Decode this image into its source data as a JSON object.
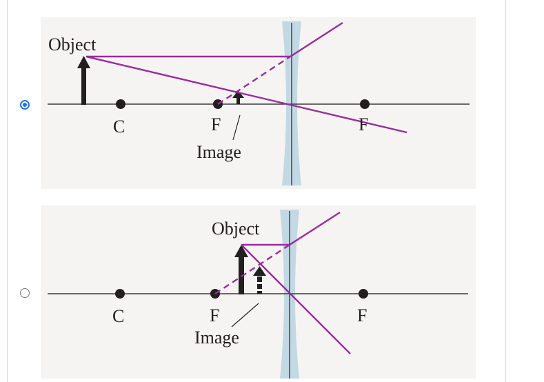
{
  "options": [
    {
      "selected": true,
      "labels": {
        "object": "Object",
        "c": "C",
        "f_left": "F",
        "f_right": "F",
        "image": "Image"
      }
    },
    {
      "selected": false,
      "labels": {
        "object": "Object",
        "c": "C",
        "f_left": "F",
        "f_right": "F",
        "image": "Image"
      }
    }
  ],
  "colors": {
    "ray": "#9b2a9e",
    "axis": "#3a3a3a",
    "arrow": "#231f20",
    "lens": "#b9d3e2",
    "figure_bg": "#f6f4f2",
    "radio_selected": "#1a73e8"
  }
}
